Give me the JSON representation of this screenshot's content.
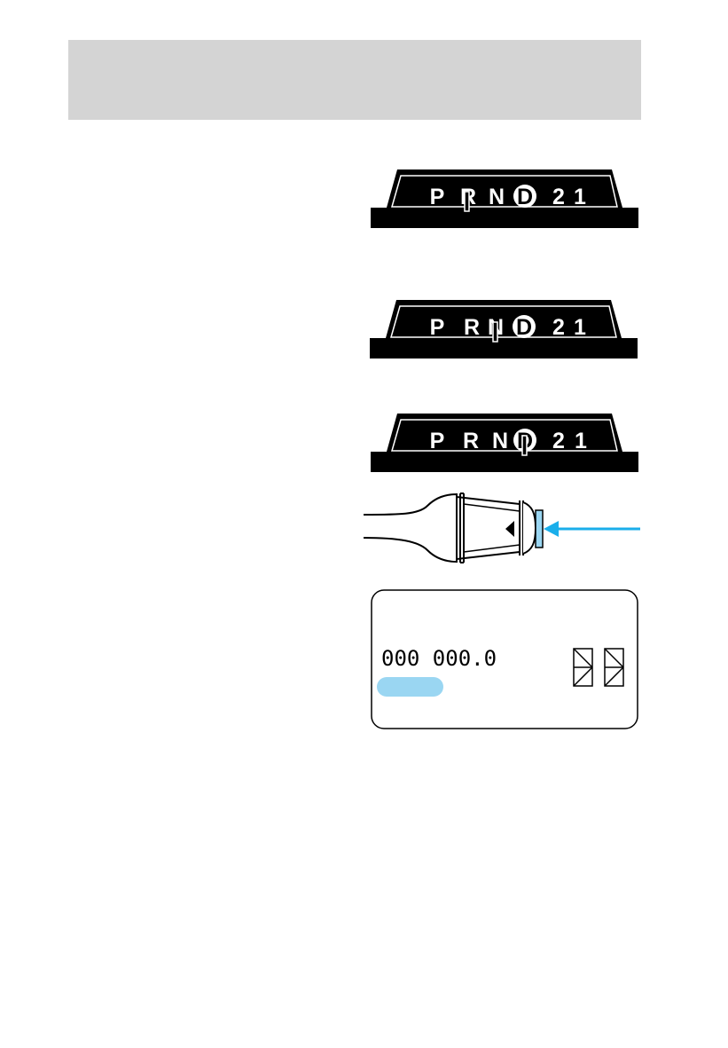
{
  "header": {
    "color": "#d4d4d4"
  },
  "gear_indicators": [
    {
      "letters": [
        "P",
        "R",
        "N",
        "D",
        "2",
        "1"
      ],
      "selected": "R",
      "circled": "D"
    },
    {
      "letters": [
        "P",
        "R",
        "N",
        "D",
        "2",
        "1"
      ],
      "selected": "N",
      "circled": "D"
    },
    {
      "letters": [
        "P",
        "R",
        "N",
        "D",
        "2",
        "1"
      ],
      "selected": "D",
      "circled": "D"
    }
  ],
  "shift_lever": {
    "button_color": "#9ad6f2",
    "arrow_color": "#1aaeea",
    "icons": [
      "lever-arm-icon",
      "lever-knob-icon",
      "triangle-left-icon",
      "overdrive-button-icon",
      "arrow-left-icon"
    ]
  },
  "odometer_display": {
    "odometer_text": "000 000.0",
    "indicator_color": "#9ad6f2",
    "icons": [
      "segment-digit-icon",
      "segment-digit-icon"
    ]
  },
  "colors": {
    "ink": "#000000",
    "paper": "#ffffff",
    "accent_light": "#9ad6f2",
    "accent": "#1aaeea"
  }
}
